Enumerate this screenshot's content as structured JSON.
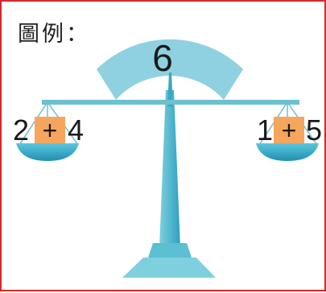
{
  "caption": "圖例：",
  "scale": {
    "display": "6",
    "left_pan": {
      "a": "2",
      "op": "+",
      "b": "4"
    },
    "right_pan": {
      "a": "1",
      "op": "+",
      "b": "5"
    }
  },
  "colors": {
    "frame": "#d8282b",
    "dial": "#8fd1e0",
    "beam": "#6cc0d0",
    "pan": "#2d9fbf",
    "box": "#f6a55c"
  }
}
